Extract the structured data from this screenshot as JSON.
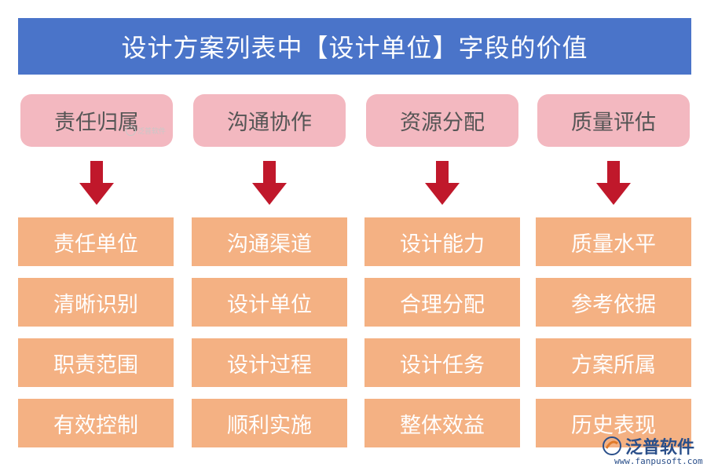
{
  "title": "设计方案列表中【设计单位】字段的价值",
  "columns": [
    {
      "heading": "责任归属",
      "items": [
        "责任单位",
        "清晰识别",
        "职责范围",
        "有效控制"
      ]
    },
    {
      "heading": "沟通协作",
      "items": [
        "沟通渠道",
        "设计单位",
        "设计过程",
        "顺利实施"
      ]
    },
    {
      "heading": "资源分配",
      "items": [
        "设计能力",
        "合理分配",
        "设计任务",
        "整体效益"
      ]
    },
    {
      "heading": "质量评估",
      "items": [
        "质量水平",
        "参考依据",
        "方案所属",
        "历史表现"
      ]
    }
  ],
  "watermark": {
    "text": "泛普软件",
    "url": "www.fanpusoft.com"
  },
  "colors": {
    "title_bg": "#4a74c9",
    "heading_bg": "#f3b8c0",
    "item_bg": "#f4b183",
    "arrow": "#c0182b"
  }
}
